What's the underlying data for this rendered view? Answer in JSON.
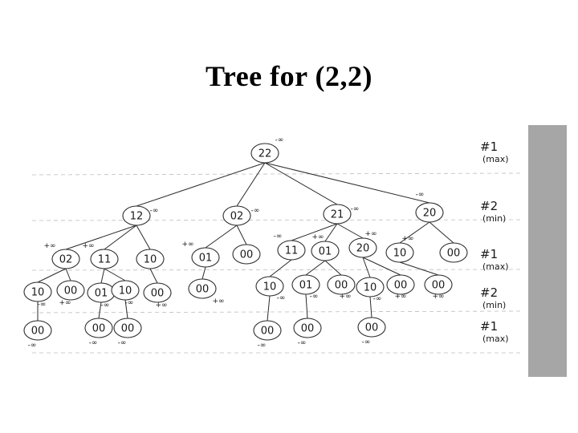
{
  "title": "Tree for (2,2)",
  "colors": {
    "ink": "#1a1a1a",
    "sidebar": "#a6a6a6",
    "background": "#ffffff"
  },
  "tree": {
    "nodes": [
      {
        "id": "n0",
        "label": "22",
        "value": "-∞"
      },
      {
        "id": "n1",
        "label": "12",
        "value": "-∞",
        "parent": "n0"
      },
      {
        "id": "n2",
        "label": "02",
        "value": "-∞",
        "parent": "n0"
      },
      {
        "id": "n3",
        "label": "21",
        "value": "-∞",
        "parent": "n0"
      },
      {
        "id": "n4",
        "label": "20",
        "value": "-∞",
        "parent": "n0"
      },
      {
        "id": "n5",
        "label": "02",
        "value": "+∞",
        "parent": "n1"
      },
      {
        "id": "n6",
        "label": "11",
        "value": "+∞",
        "parent": "n1"
      },
      {
        "id": "n7",
        "label": "10",
        "value": "",
        "parent": "n1"
      },
      {
        "id": "n8",
        "label": "01",
        "value": "+∞",
        "parent": "n2"
      },
      {
        "id": "n9",
        "label": "00",
        "value": "",
        "parent": "n2"
      },
      {
        "id": "n10",
        "label": "11",
        "value": "-∞",
        "parent": "n3"
      },
      {
        "id": "n11",
        "label": "01",
        "value": "+∞",
        "parent": "n3"
      },
      {
        "id": "n12",
        "label": "20",
        "value": "+∞",
        "parent": "n3"
      },
      {
        "id": "n13",
        "label": "10",
        "value": "+∞",
        "parent": "n4"
      },
      {
        "id": "n14",
        "label": "00",
        "value": "",
        "parent": "n4"
      },
      {
        "id": "n15",
        "label": "10",
        "value": "-∞",
        "parent": "n5"
      },
      {
        "id": "n16",
        "label": "00",
        "value": "+∞",
        "parent": "n5"
      },
      {
        "id": "n17",
        "label": "01",
        "value": "-∞",
        "parent": "n6"
      },
      {
        "id": "n18",
        "label": "10",
        "value": "-∞",
        "parent": "n6"
      },
      {
        "id": "n19",
        "label": "00",
        "value": "+∞",
        "parent": "n7"
      },
      {
        "id": "n20",
        "label": "00",
        "value": "+∞",
        "parent": "n8"
      },
      {
        "id": "n21",
        "label": "10",
        "value": "-∞",
        "parent": "n10"
      },
      {
        "id": "n22",
        "label": "01",
        "value": "-∞",
        "parent": "n11"
      },
      {
        "id": "n23",
        "label": "00",
        "value": "+∞",
        "parent": "n11"
      },
      {
        "id": "n24",
        "label": "10",
        "value": "-∞",
        "parent": "n12"
      },
      {
        "id": "n25",
        "label": "00",
        "value": "+∞",
        "parent": "n12"
      },
      {
        "id": "n26",
        "label": "00",
        "value": "+∞",
        "parent": "n13"
      },
      {
        "id": "n27",
        "label": "00",
        "value": "-∞",
        "parent": "n15"
      },
      {
        "id": "n28",
        "label": "00",
        "value": "-∞",
        "parent": "n17"
      },
      {
        "id": "n29",
        "label": "00",
        "value": "-∞",
        "parent": "n18"
      },
      {
        "id": "n30",
        "label": "00",
        "value": "-∞",
        "parent": "n21"
      },
      {
        "id": "n31",
        "label": "00",
        "value": "-∞",
        "parent": "n22"
      },
      {
        "id": "n32",
        "label": "00",
        "value": "-∞",
        "parent": "n24"
      }
    ],
    "levels": [
      {
        "num": "#1",
        "role": "(max)"
      },
      {
        "num": "#2",
        "role": "(min)"
      },
      {
        "num": "#1",
        "role": "(max)"
      },
      {
        "num": "#2",
        "role": "(min)"
      },
      {
        "num": "#1",
        "role": "(max)"
      }
    ]
  }
}
